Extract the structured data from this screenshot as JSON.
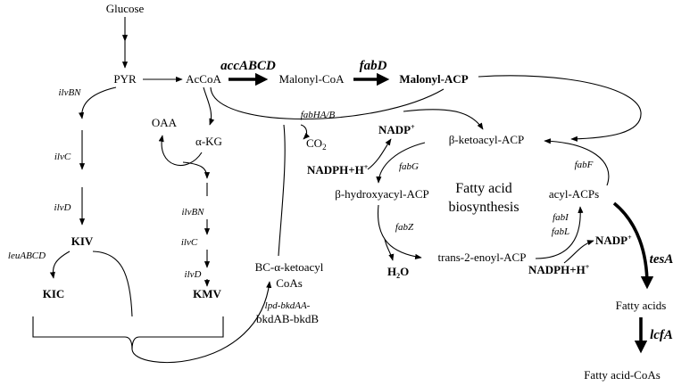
{
  "metabolites": {
    "glucose": "Glucose",
    "pyr": "PYR",
    "accoa": "AcCoA",
    "malonyl_coa": "Malonyl-CoA",
    "malonyl_acp": "Malonyl-ACP",
    "oaa": "OAA",
    "akg": "α-KG",
    "co2": "CO",
    "co2_sub": "2",
    "nadp": "NADP",
    "nadp_sup": "+",
    "nadph": "NADPH+H",
    "nadph_sup": "+",
    "ketoacyl": "β-ketoacyl-ACP",
    "hydroxyacyl": "β-hydroxyacyl-ACP",
    "enoyl": "trans-2-enoyl-ACP",
    "acyl_acps": "acyl-ACPs",
    "h2o": "H",
    "h2o_sub": "2",
    "h2o_o": "O",
    "kiv": "KIV",
    "kic": "KIC",
    "kmv": "KMV",
    "bc_line1": "BC-α-ketoacyl",
    "bc_line2": "CoAs",
    "fatty_acids": "Fatty acids",
    "fatty_acid_coas": "Fatty acid-CoAs"
  },
  "genes": {
    "accABCD": "accABCD",
    "fabD": "fabD",
    "fabHAB": "fabHA/B",
    "ilvBN_left": "ilvBN",
    "ilvC_left": "ilvC",
    "ilvD_left": "ilvD",
    "leuABCD": "leuABCD",
    "ilvBN_right": "ilvBN",
    "ilvC_right": "ilvC",
    "ilvD_right": "ilvD",
    "lpd_line1": "lpd-bkdAA-",
    "lpd_line2": "bkdAB-bkdB",
    "fabG": "fabG",
    "fabZ": "fabZ",
    "fabI": "fabI",
    "fabL": "fabL",
    "fabF": "fabF",
    "tesA": "tesA",
    "lcfA": "lcfA"
  },
  "cycle_label": {
    "line1": "Fatty acid",
    "line2": "biosynthesis"
  }
}
